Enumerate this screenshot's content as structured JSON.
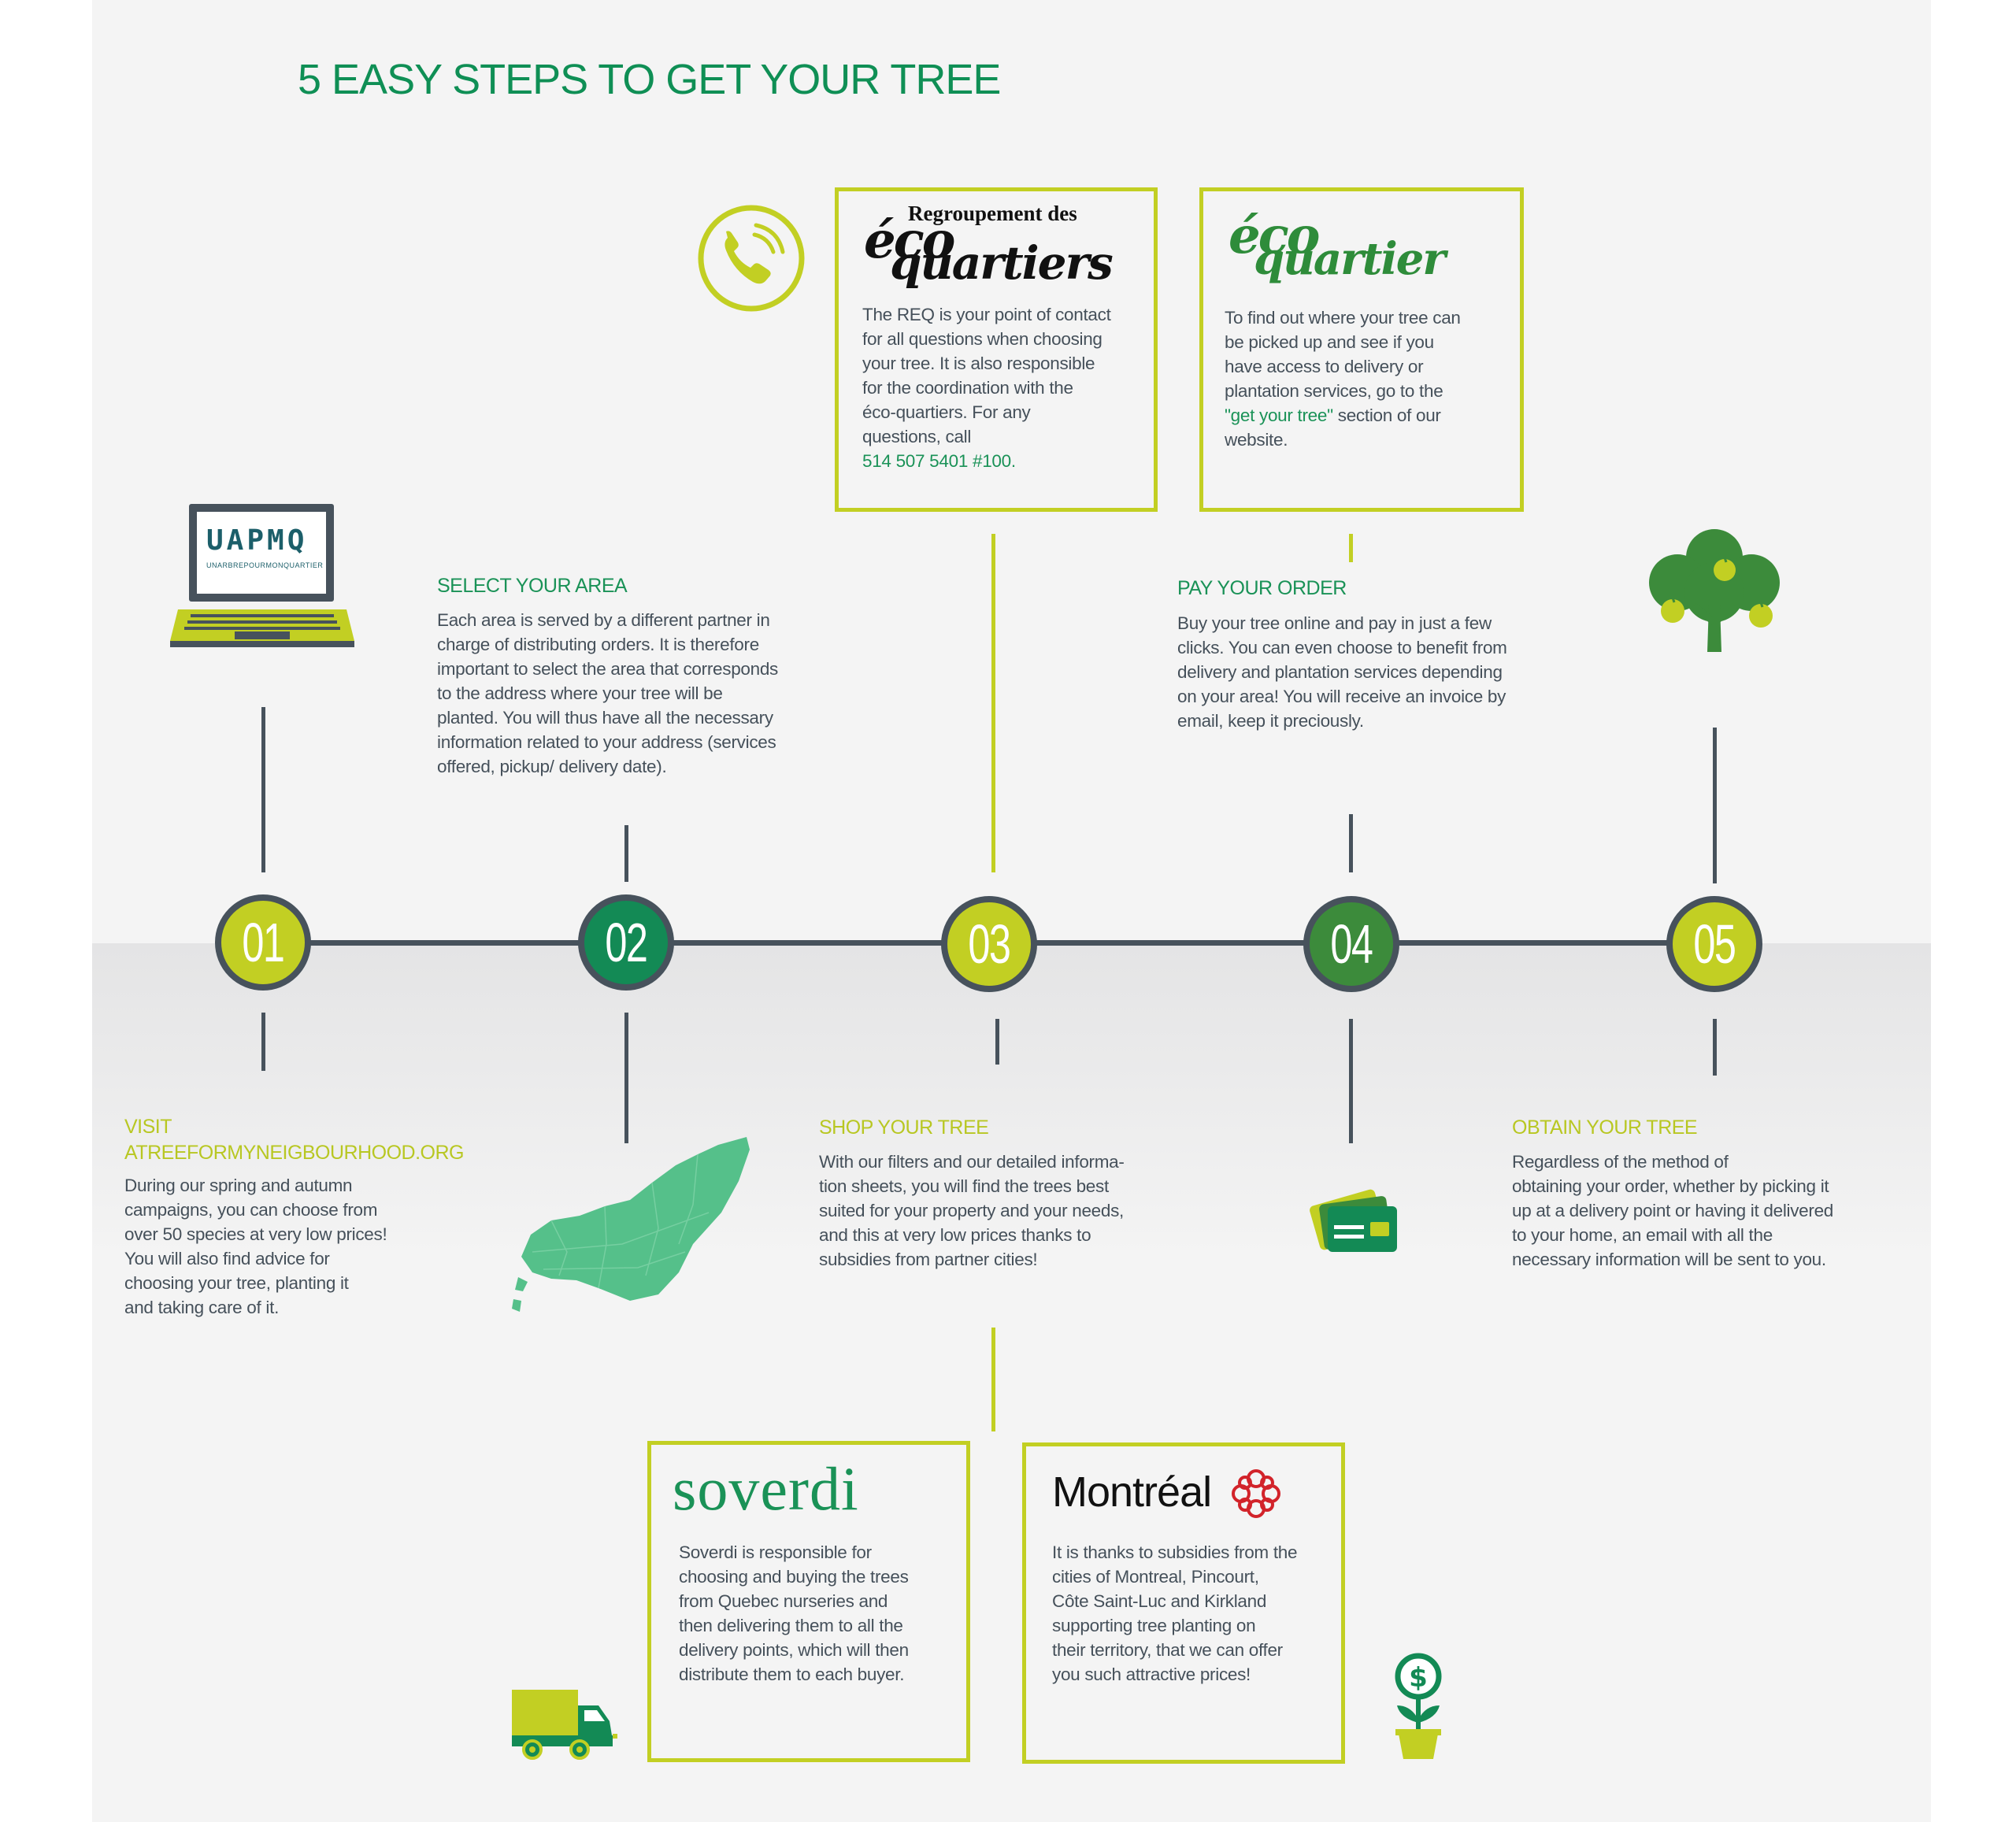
{
  "title": "5 EASY STEPS TO GET YOUR TREE",
  "colors": {
    "green": "#1a9257",
    "lime": "#c2cf23",
    "slate": "#47525c",
    "text": "#45505a",
    "panel": "#f4f4f4"
  },
  "steps": [
    {
      "number": "01",
      "color": "lime"
    },
    {
      "number": "02",
      "color": "green"
    },
    {
      "number": "03",
      "color": "lime"
    },
    {
      "number": "04",
      "color": "dark-green"
    },
    {
      "number": "05",
      "color": "lime"
    }
  ],
  "visit": {
    "heading_line1": "VISIT",
    "heading_line2": "ATREEFORMYNEIGBOURHOOD.ORG",
    "lines": [
      "During our spring and autumn",
      "campaigns, you can choose from",
      " over 50 species at very low prices!",
      "You will also find advice for",
      "choosing your tree, planting it",
      "and taking care of it."
    ]
  },
  "select": {
    "heading": "SELECT YOUR AREA",
    "lines": [
      "Each area is served by a different partner in",
      "charge of distributing orders. It is therefore",
      "important to select the area that corresponds",
      "to the address where your tree will be",
      "planted. You will thus have all the necessary",
      "information related to your address (services",
      "offered, pickup/ delivery date)."
    ]
  },
  "shop": {
    "heading": "SHOP YOUR TREE",
    "lines": [
      "With our filters and our detailed informa-",
      "tion sheets, you will find the trees best",
      "suited for your property and your needs,",
      "and this at very low prices thanks to",
      "subsidies from partner cities!"
    ]
  },
  "pay": {
    "heading": "PAY YOUR ORDER",
    "lines": [
      "Buy your tree online and pay in just a few",
      "clicks. You can even choose to benefit from",
      "delivery and plantation services depending",
      "on your area! You will receive an invoice by",
      "email, keep it preciously."
    ]
  },
  "obtain": {
    "heading": "OBTAIN YOUR TREE",
    "lines": [
      "Regardless of the method of",
      "obtaining your order, whether by picking it",
      "up at a delivery point or having it delivered",
      "to your home, an email with all the",
      "necessary information will be sent to you."
    ]
  },
  "req_box": {
    "logo_top": "Regroupement des",
    "logo_eco": "éco",
    "logo_quartiers": "quartiers",
    "lines": [
      "The REQ is your point of contact",
      "for all questions when choosing",
      "your tree. It is also responsible",
      "for the coordination with the",
      "éco-quartiers. For any",
      "questions, call"
    ],
    "phone": "514 507 5401 #100."
  },
  "eco_box": {
    "logo_eco": "éco",
    "logo_quartier": "quartier",
    "lines": [
      "To find out where your tree can",
      "be picked up and see if you",
      "have access to delivery or",
      "plantation services, go to the"
    ],
    "link": "\"get your tree\"",
    "link_after": " section of our",
    "last_line": "website."
  },
  "soverdi_box": {
    "logo": "soverdi",
    "lines": [
      "Soverdi is responsible for",
      "choosing and buying the trees",
      "from Quebec nurseries and",
      "then delivering them to all the",
      "delivery points, which will then",
      "distribute them to each buyer."
    ]
  },
  "montreal_box": {
    "logo": "Montréal",
    "lines": [
      "It is thanks to subsidies from the",
      "cities of Montreal, Pincourt,",
      "Côte Saint-Luc and Kirkland",
      "supporting tree planting on",
      "their territory, that we can offer",
      "you such attractive prices!"
    ]
  },
  "laptop": {
    "screen_title": "UAPMQ",
    "screen_subtitle": "UNARBREPOURMONQUARTIER"
  },
  "icons": [
    "phone-icon",
    "laptop-icon",
    "map-icon",
    "tree-icon",
    "credit-card-icon",
    "truck-icon",
    "money-plant-icon"
  ]
}
